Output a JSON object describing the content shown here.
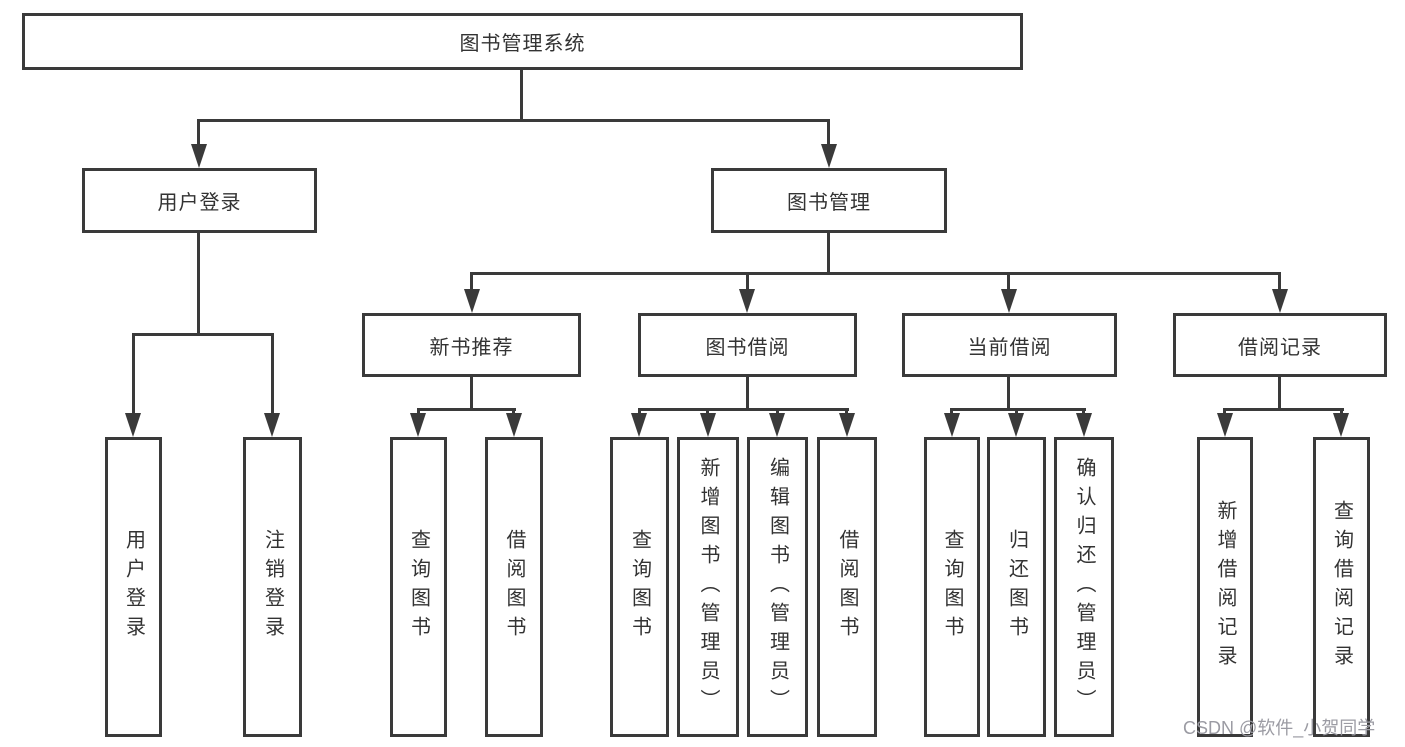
{
  "colors": {
    "line": "#3a3a3a",
    "text": "#333333",
    "watermark": "#9b9ba3",
    "background": "#ffffff"
  },
  "tree": {
    "label": "图书管理系统",
    "children": [
      {
        "label": "用户登录",
        "children": [
          {
            "label": "用户登录"
          },
          {
            "label": "注销登录"
          }
        ]
      },
      {
        "label": "图书管理",
        "children": [
          {
            "label": "新书推荐",
            "children": [
              {
                "label": "查询图书"
              },
              {
                "label": "借阅图书"
              }
            ]
          },
          {
            "label": "图书借阅",
            "children": [
              {
                "label": "查询图书"
              },
              {
                "label": "新增图书（管理员）"
              },
              {
                "label": "编辑图书（管理员）"
              },
              {
                "label": "借阅图书"
              }
            ]
          },
          {
            "label": "当前借阅",
            "children": [
              {
                "label": "查询图书"
              },
              {
                "label": "归还图书"
              },
              {
                "label": "确认归还（管理员）"
              }
            ]
          },
          {
            "label": "借阅记录",
            "children": [
              {
                "label": "新增借阅记录"
              },
              {
                "label": "查询借阅记录"
              }
            ]
          }
        ]
      }
    ]
  },
  "watermark": {
    "text": "CSDN @软件_小贺同学"
  }
}
